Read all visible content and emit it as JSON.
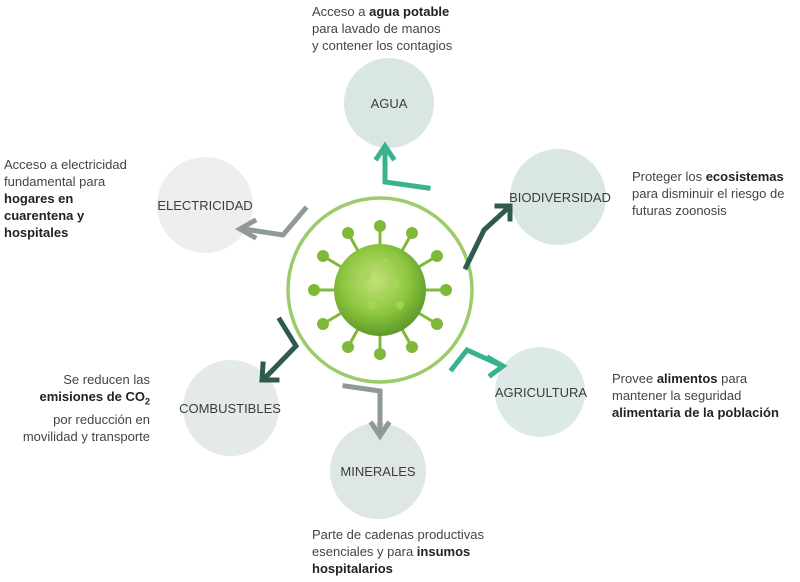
{
  "colors": {
    "ring_green": "#9ccb6b",
    "virus_green": "#8dc63f",
    "arrow_teal": "#39b28f",
    "arrow_dark": "#2f5a4e",
    "arrow_gray": "#8f9a96",
    "circle_light": "#d9e6e3",
    "circle_pale": "#eeeeee"
  },
  "nodes": [
    {
      "id": "agua",
      "label": "AGUA"
    },
    {
      "id": "biodiversidad",
      "label": "BIODIVERSIDAD"
    },
    {
      "id": "agricultura",
      "label": "AGRICULTURA"
    },
    {
      "id": "minerales",
      "label": "MINERALES"
    },
    {
      "id": "combustibles",
      "label": "COMBUSTIBLES"
    },
    {
      "id": "electricidad",
      "label": "ELECTRICIDAD"
    }
  ],
  "descriptions": {
    "agua": {
      "l1_pre": "Acceso a ",
      "l1_bold": "agua potable",
      "l2": "para lavado de manos",
      "l3": "y contener los contagios"
    },
    "biodiversidad": {
      "l1_pre": "Proteger los ",
      "l1_bold": "ecosistemas",
      "l2": "para disminuir el riesgo de",
      "l3": "futuras zoonosis"
    },
    "agricultura": {
      "l1_pre": "Provee ",
      "l1_bold": "alimentos",
      "l1_post": " para",
      "l2": "mantener la seguridad",
      "l3_bold": "alimentaria de la población"
    },
    "minerales": {
      "l1": "Parte de cadenas productivas",
      "l2_pre": "esenciales y para ",
      "l2_bold": "insumos",
      "l3_bold": "hospitalarios"
    },
    "combustibles": {
      "l1": "Se reducen las",
      "l2_bold": "emisiones de CO",
      "l2_sub": "2",
      "l3": "por reducción en",
      "l4": "movilidad y transporte"
    },
    "electricidad": {
      "l1": "Acceso a electricidad",
      "l2": "fundamental para",
      "l3_bold": "hogares en",
      "l4_bold": "cuarentena y",
      "l5_bold": "hospitales"
    }
  }
}
